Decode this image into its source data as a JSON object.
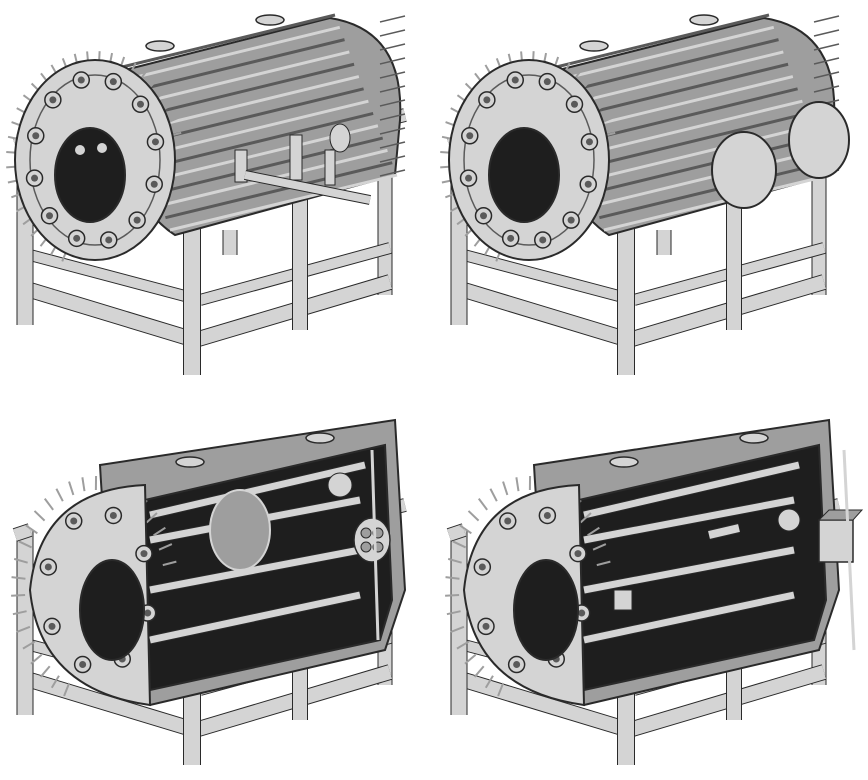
{
  "figure": {
    "colors": {
      "background": "#ffffff",
      "metal_light": "#d4d4d4",
      "metal_mid": "#9e9e9e",
      "metal_dark": "#5a5a5a",
      "interior": "#1e1e1e",
      "outline": "#2a2a2a"
    },
    "panels": [
      {
        "id": "closed-with-manifold",
        "cutaway": false,
        "ports": "manifold"
      },
      {
        "id": "closed-with-round-ports",
        "cutaway": false,
        "ports": "round-plates"
      },
      {
        "id": "cutaway-with-large-disk",
        "cutaway": true,
        "internal": "disk-and-cluster"
      },
      {
        "id": "cutaway-with-device-box",
        "cutaway": true,
        "internal": "box-and-rod"
      }
    ]
  }
}
